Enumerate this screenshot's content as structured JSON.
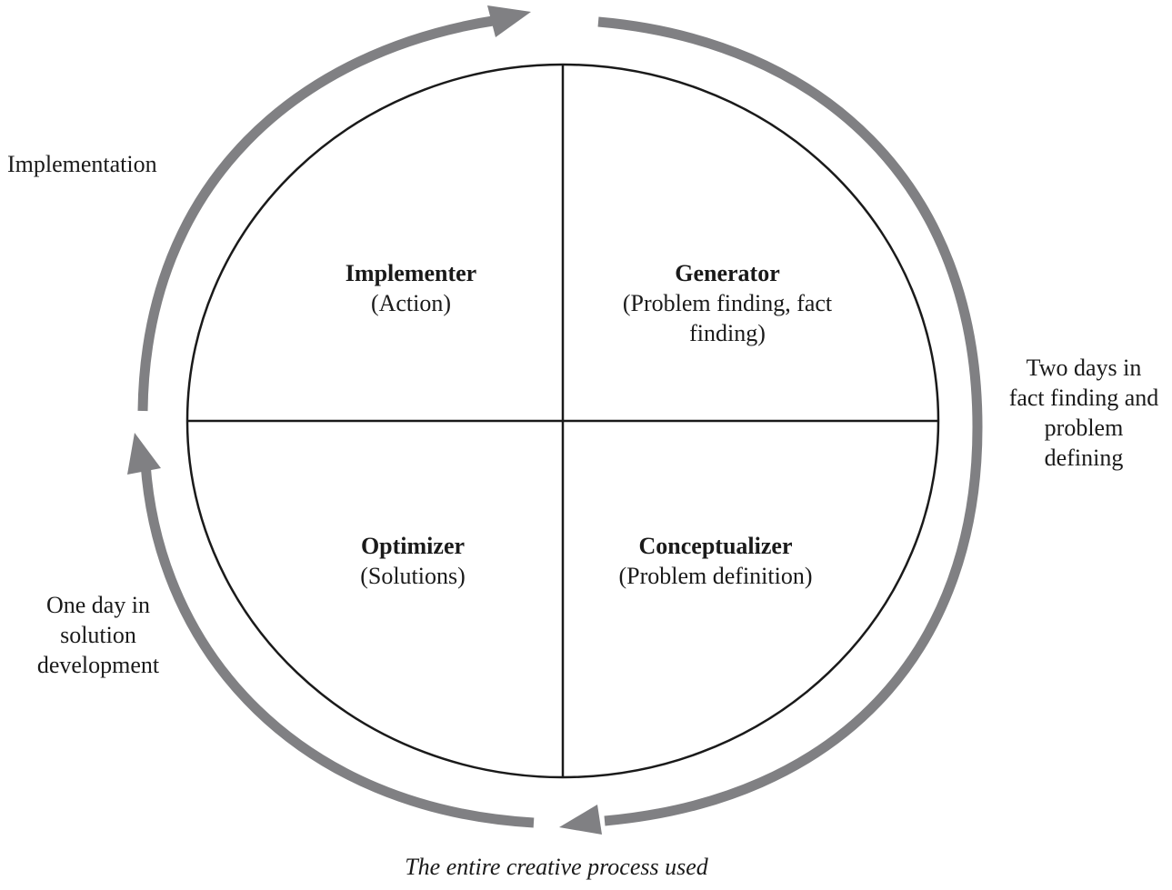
{
  "colors": {
    "arrow": "#808083",
    "line": "#1a1a1a",
    "background": "#ffffff"
  },
  "quadrants": [
    {
      "id": "implementer",
      "title": "Implementer",
      "lines": [
        "(Action)"
      ]
    },
    {
      "id": "generator",
      "title": "Generator",
      "lines": [
        "(Problem finding, fact",
        "finding)"
      ]
    },
    {
      "id": "optimizer",
      "title": "Optimizer",
      "lines": [
        "(Solutions)"
      ]
    },
    {
      "id": "conceptualizer",
      "title": "Conceptualizer",
      "lines": [
        "(Problem definition)"
      ]
    }
  ],
  "outer_labels": {
    "implementation": "Implementation",
    "two_days": [
      "Two days in",
      "fact finding and",
      "problem",
      "defining"
    ],
    "one_day": [
      "One day in",
      "solution",
      "development"
    ]
  },
  "caption": "The entire creative process used"
}
